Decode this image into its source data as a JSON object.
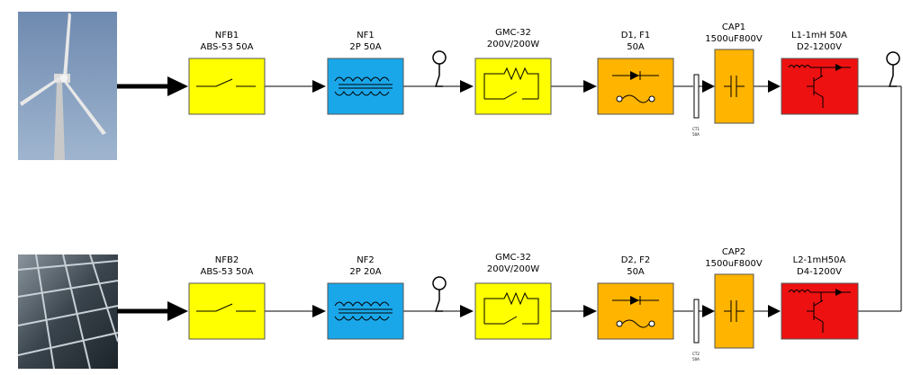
{
  "row1": {
    "source": "wind-turbine",
    "nfb": [
      "NFB1",
      "ABS-53 50A"
    ],
    "nf": [
      "NF1",
      "2P 50A"
    ],
    "gmc": [
      "GMC-32",
      "200V/200W"
    ],
    "df": [
      "D1, F1",
      "50A"
    ],
    "ct": [
      "CT1",
      "50A"
    ],
    "cap": [
      "CAP1",
      "1500uF800V"
    ],
    "ld": [
      "L1-1mH 50A",
      "D2-1200V"
    ]
  },
  "row2": {
    "source": "solar-panel",
    "nfb": [
      "NFB2",
      "ABS-53 50A"
    ],
    "nf": [
      "NF2",
      "2P 20A"
    ],
    "gmc": [
      "GMC-32",
      "200V/200W"
    ],
    "df": [
      "D2, F2",
      "50A"
    ],
    "ct": [
      "CT2",
      "50A"
    ],
    "cap": [
      "CAP2",
      "1500uF800V"
    ],
    "ld": [
      "L2-1mH50A",
      "D4-1200V"
    ]
  },
  "colors": {
    "breaker": "#ffff00",
    "filter": "#1aa7ea",
    "diode_fuse": "#ffb400",
    "capacitor": "#ffb400",
    "inductor_diode": "#ee1111"
  }
}
